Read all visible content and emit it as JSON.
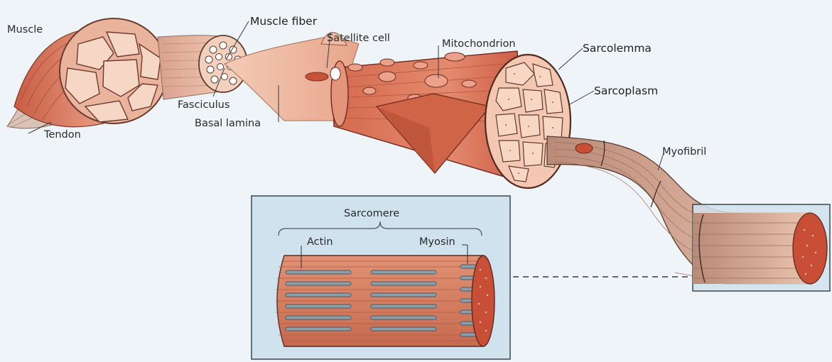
{
  "labels": {
    "muscle": "Muscle",
    "tendon": "Tendon",
    "muscle_fiber": "Muscle fiber",
    "fasciculus": "Fasciculus",
    "basal_lamina": "Basal lamina",
    "satellite_cell": "Satellite cell",
    "mitochondrion": "Mitochondrion",
    "sarcolemma": "Sarcolemma",
    "sarcoplasm": "Sarcoplasm",
    "myofibril": "Myofibril"
  },
  "inset": {
    "sarcomere": "Sarcomere",
    "actin": "Actin",
    "myosin": "Myosin"
  },
  "colors": {
    "background": "#eef4f7",
    "muscle_tissue": "#e48a6e",
    "muscle_dark": "#c0503a",
    "fiber_cell": "#f7d7c4",
    "inset_bg": "#cfe2ee",
    "filament": "#7a8c98"
  }
}
